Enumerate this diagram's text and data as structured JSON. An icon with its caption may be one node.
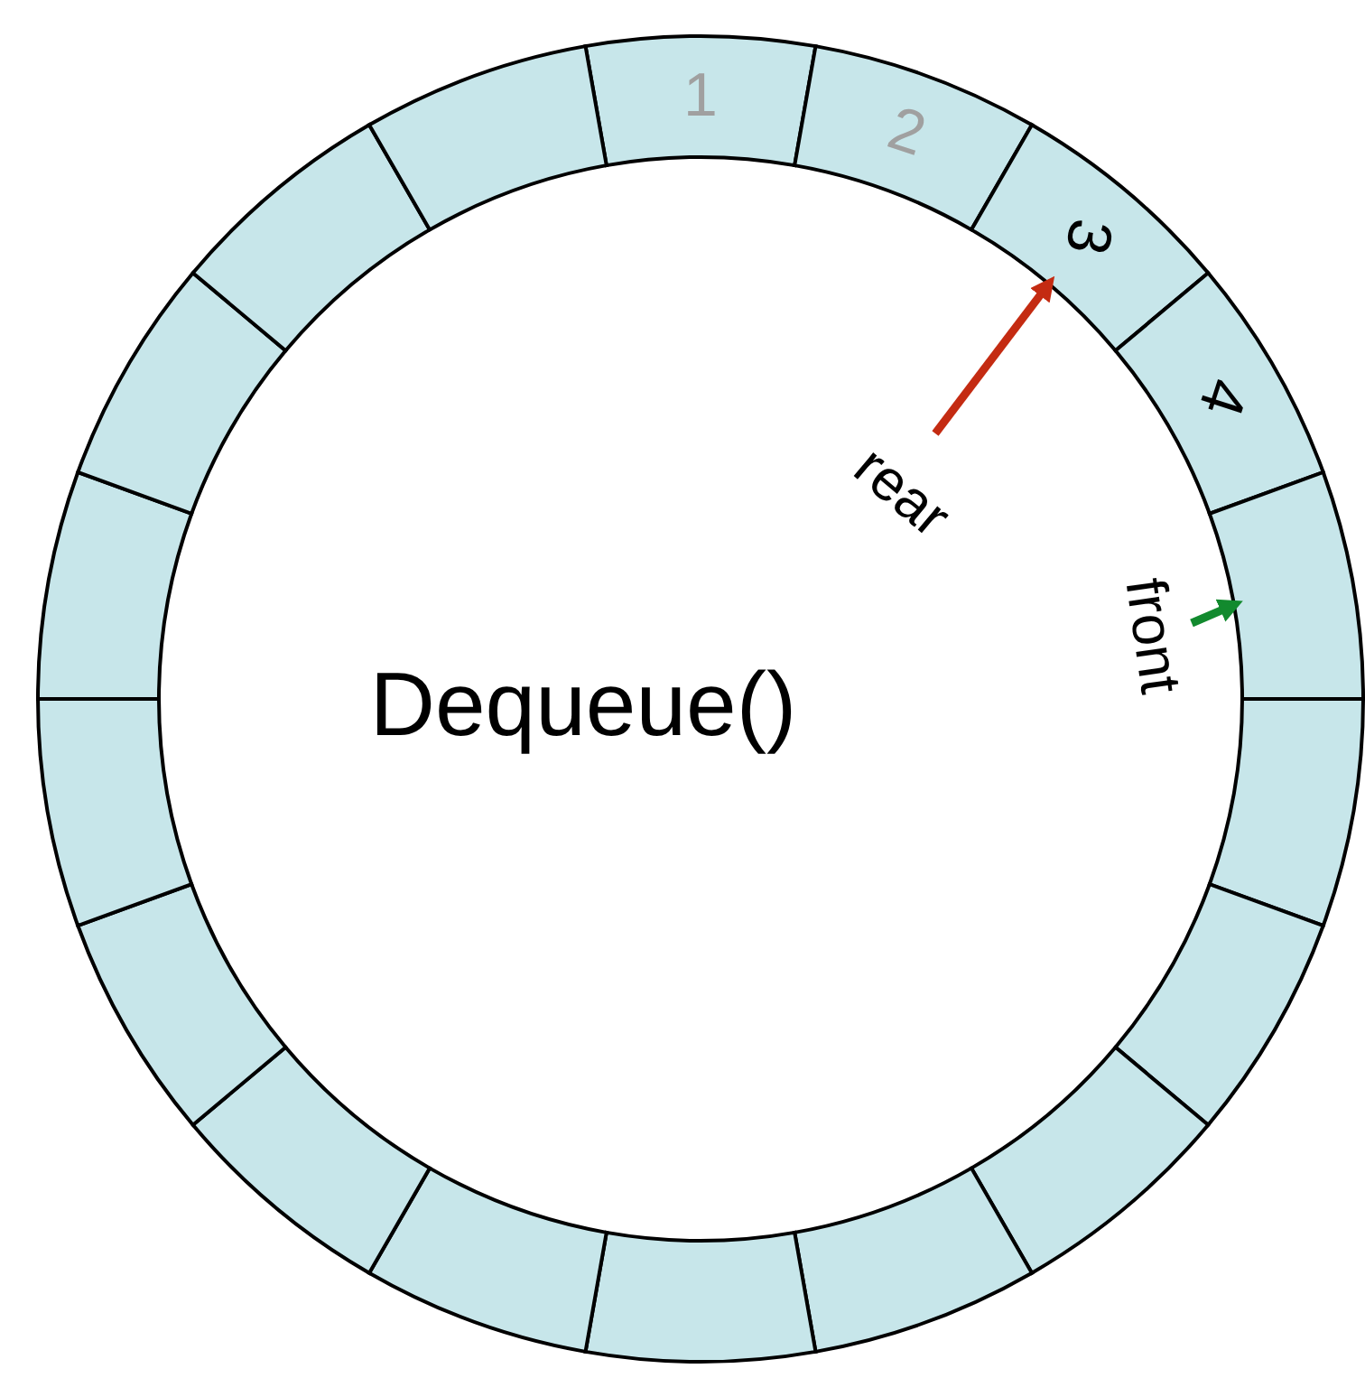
{
  "diagram": {
    "nodes": [
      {
        "text": [
          "1"
        ]
      },
      {
        "text": [
          "2"
        ]
      },
      {
        "text": [
          "3"
        ]
      },
      {
        "text": [
          "4"
        ]
      },
      {
        "text": [],
        "shape": "box"
      },
      {
        "text": [],
        "shape": "box"
      },
      {
        "text": [],
        "shape": "box"
      },
      {
        "text": [],
        "shape": "box"
      },
      {
        "text": [],
        "shape": "box"
      },
      {
        "text": [],
        "shape": "box"
      },
      {
        "text": [],
        "shape": "box"
      },
      {
        "text": [],
        "shape": "box"
      },
      {
        "text": [],
        "shape": "box"
      },
      {
        "text": [],
        "shape": "box"
      },
      {
        "text": [],
        "shape": "box"
      },
      {
        "text": [],
        "shape": "box"
      },
      {
        "text": [],
        "shape": "box"
      },
      {
        "text": [],
        "shape": "box"
      },
      {
        "text": [
          "rear"
        ]
      },
      {
        "text": [
          "front"
        ]
      }
    ],
    "edges": [
      {
        "from": 18,
        "to": 2,
        "arrow": "to",
        "color": "#c42b12"
      },
      {
        "from": 19,
        "to": 4,
        "arrow": "to",
        "color": "#128a2e"
      }
    ],
    "labels": [
      "Dequeue()"
    ]
  }
}
